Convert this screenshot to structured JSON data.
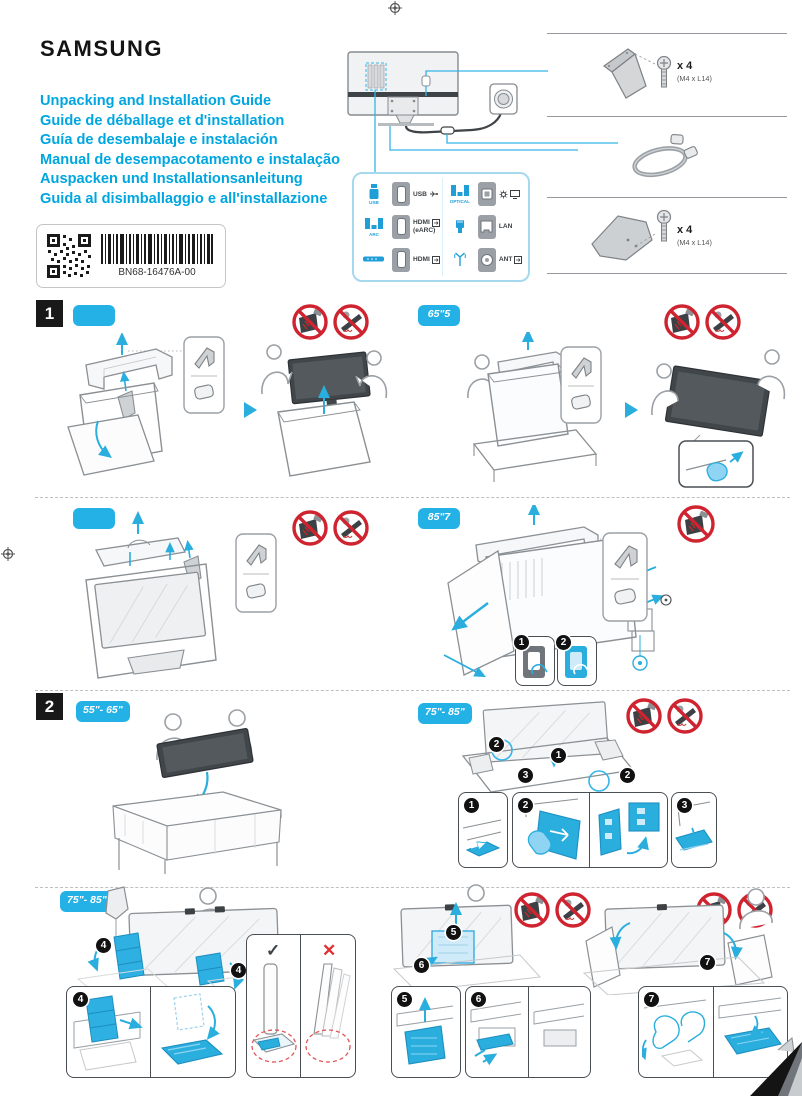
{
  "brand": {
    "logo": "SAMSUNG"
  },
  "titles": [
    "Unpacking and Installation Guide",
    "Guide de déballage et d'installation",
    "Guía de desembalaje e instalación",
    "Manual de desempacotamento e instalação",
    "Auspacken und Installationsanleitung",
    "Guida al disimballaggio e all'installazione"
  ],
  "barcode": {
    "code": "BN68-16476A-00"
  },
  "accessories": {
    "stand_neck": {
      "qty": "x 4",
      "spec": "(M4 x L14)"
    },
    "stand_base": {
      "qty": "x 4",
      "spec": "(M4 x L14)"
    }
  },
  "ports": {
    "rows": [
      {
        "device": "USB",
        "label": "USB",
        "label2": ""
      },
      {
        "device": "ARC",
        "label": "HDMI",
        "label2": "(eARC)"
      },
      {
        "device": "",
        "label": "HDMI",
        "label2": ""
      },
      {
        "device": "OPTICAL",
        "label": "",
        "label2": ""
      },
      {
        "device": "",
        "label": "LAN",
        "label2": ""
      },
      {
        "device": "",
        "label": "ANT",
        "label2": ""
      }
    ]
  },
  "steps": {
    "s1": "1",
    "s2": "2"
  },
  "badges": {
    "blank": "",
    "size65": "65\"5",
    "size85": "85\"7",
    "size5565": "55\"- 65\"",
    "size7585": "75\"- 85\""
  },
  "nums": {
    "n1": "1",
    "n2": "2",
    "n3": "3",
    "n4": "4",
    "n5": "5",
    "n6": "6",
    "n7": "7"
  },
  "marks": {
    "check": "✓",
    "cross": "✕"
  }
}
